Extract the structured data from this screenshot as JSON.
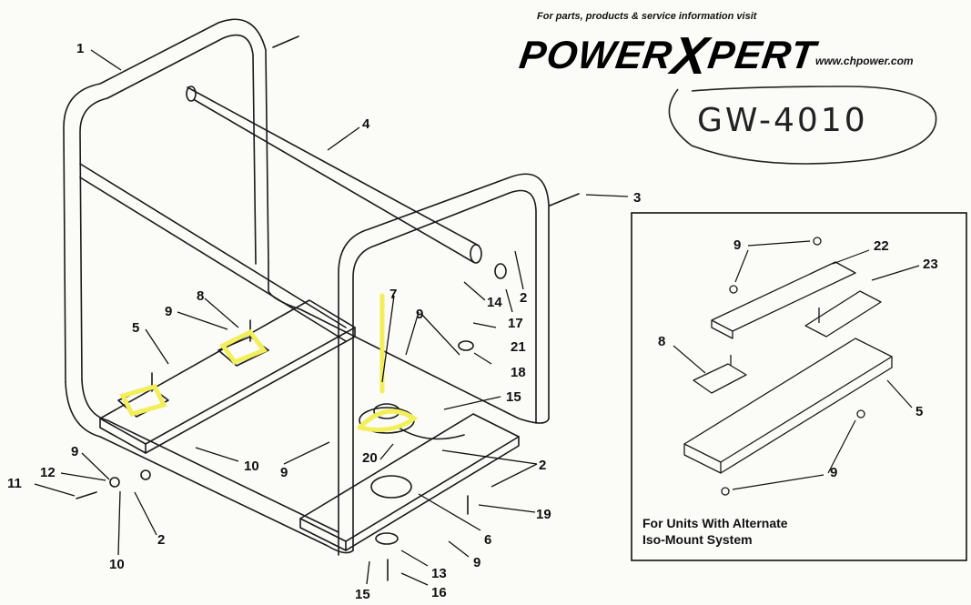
{
  "header": {
    "tagline": "For parts, products & service information visit",
    "brand_prefix": "POWER",
    "brand_x": "X",
    "brand_suffix": "PERT",
    "website": "www.chpower.com"
  },
  "model_label": "GW-4010",
  "inset": {
    "caption_line1": "For Units With Alternate",
    "caption_line2": "Iso-Mount System"
  },
  "callouts": [
    "1",
    "4",
    "3",
    "8",
    "9",
    "5",
    "7",
    "14",
    "2",
    "17",
    "21",
    "18",
    "9",
    "15",
    "20",
    "10",
    "9",
    "11",
    "12",
    "9",
    "10",
    "2",
    "2",
    "19",
    "6",
    "9",
    "13",
    "16",
    "15"
  ],
  "inset_callouts": [
    "9",
    "22",
    "23",
    "8",
    "5",
    "9"
  ],
  "highlight_color": "#f2ef5a"
}
